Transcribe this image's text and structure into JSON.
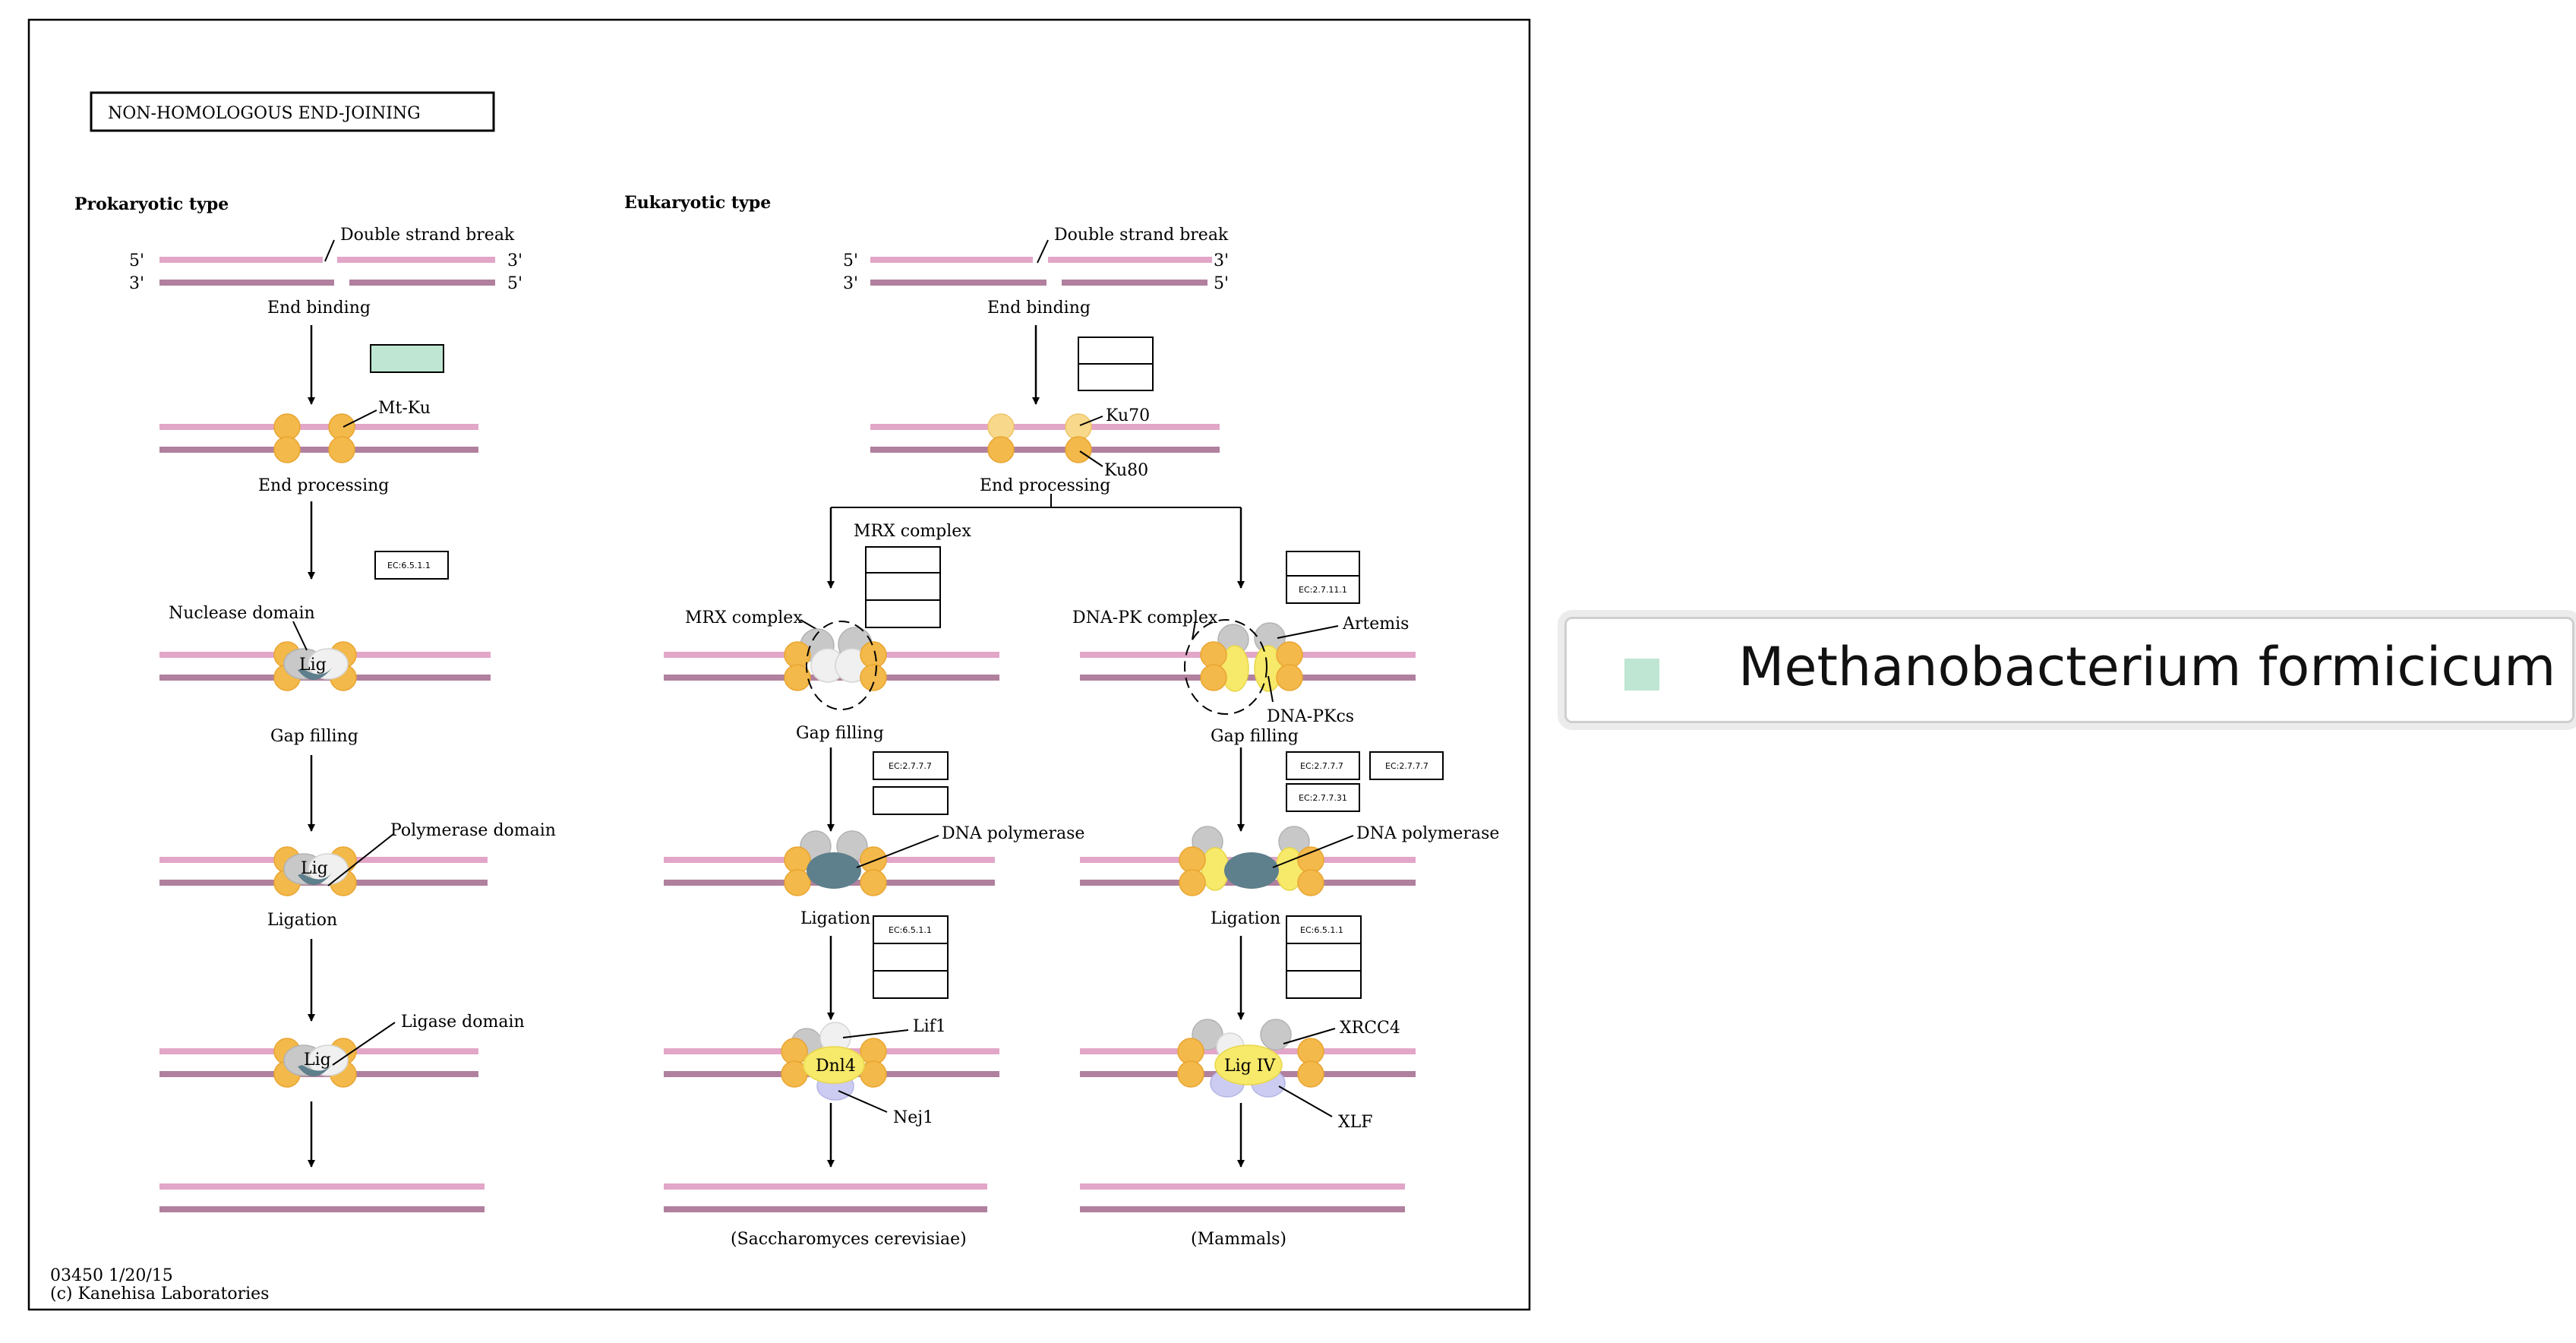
{
  "map": {
    "title": "NON-HOMOLOGOUS END-JOINING",
    "footer": [
      "03450 1/20/15",
      "(c) Kanehisa Laboratories"
    ],
    "colors": {
      "strand_upper": "#e2a6c8",
      "strand_lower": "#b0809e",
      "ku": "#f3b94a",
      "ku_light": "#f8d98b",
      "lig": "#5e7f8c",
      "gray_protein": "#c8c8c8",
      "white_protein": "#f0f0f0",
      "yellow_protein": "#f7e96a",
      "lavender": "#ccccf2",
      "highlight_box": "#bfe6d2"
    },
    "prokaryotic": {
      "heading": "Prokaryotic type",
      "five": "5'",
      "three": "3'",
      "dsb": "Double strand break",
      "step1": "End binding",
      "mtku": "Mt-Ku",
      "step2": "End processing",
      "ec_processing": "EC:6.5.1.1",
      "nuclease": "Nuclease domain",
      "lig": "Lig",
      "step3": "Gap filling",
      "polymerase": "Polymerase domain",
      "step4": "Ligation",
      "ligase": "Ligase domain"
    },
    "eukaryotic": {
      "heading": "Eukaryotic type",
      "five": "5'",
      "three": "3'",
      "dsb": "Double strand break",
      "step1": "End binding",
      "ku70": "Ku70",
      "ku80": "Ku80",
      "step2": "End processing",
      "mrx_top": "MRX complex",
      "mrx": "MRX complex",
      "dnapk": "DNA-PK complex",
      "artemis": "Artemis",
      "dnapkcs": "DNA-PKcs",
      "ec_dnapk": "EC:2.7.11.1",
      "gap_left": "Gap filling",
      "gap_right": "Gap filling",
      "ec_pol": "EC:2.7.7.7",
      "ec_pol_b": "EC:2.7.7.7",
      "ec_pol_c": "EC:2.7.7.31",
      "dnapol_left": "DNA polymerase",
      "dnapol_right": "DNA polymerase",
      "lig_left": "Ligation",
      "lig_right": "Ligation",
      "ec_lig_left": "EC:6.5.1.1",
      "ec_lig_right": "EC:6.5.1.1",
      "lif1": "Lif1",
      "dnl4": "Dnl4",
      "nej1": "Nej1",
      "xrcc4": "XRCC4",
      "ligiv": "Lig IV",
      "xlf": "XLF",
      "org_left": "(Saccharomyces cerevisiae)",
      "org_right": "(Mammals)"
    }
  },
  "legend": {
    "organism": "Methanobacterium formicicum",
    "swatch_color": "#bfe6d2"
  }
}
